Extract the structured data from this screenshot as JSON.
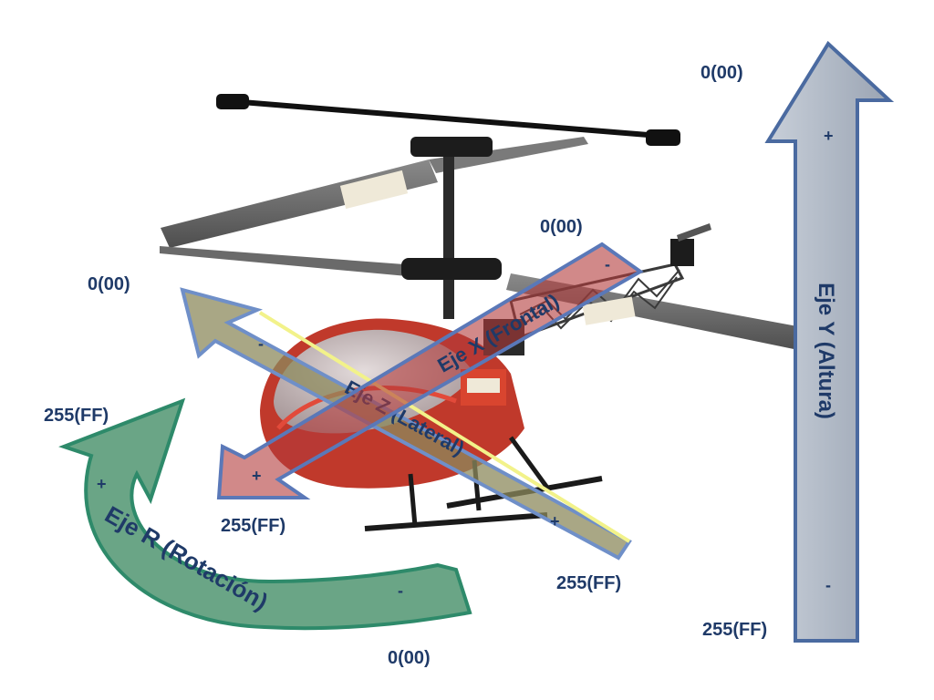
{
  "axes": {
    "y": {
      "title": "Eje Y (Altura)",
      "top_value": "0(00)",
      "bottom_value": "255(FF)",
      "plus": "+",
      "minus": "-",
      "fill": "#a9b3c2",
      "stroke": "#4a6aa0"
    },
    "x": {
      "title": "Eje X (Frontal)",
      "start_value": "0(00)",
      "end_value": "255(FF)",
      "plus": "+",
      "minus": "-",
      "fill": "#b23b3b",
      "stroke": "#5a78b8"
    },
    "z": {
      "title": "Eje Z (Lateral)",
      "start_value": "0(00)",
      "end_value": "255(FF)",
      "plus": "+",
      "minus": "-",
      "fill": "#8c8a5c",
      "stroke": "#6f8fc8",
      "highlight": "#f2f28a"
    },
    "r": {
      "title": "Eje R (Rotación)",
      "start_value": "255(FF)",
      "end_value": "0(00)",
      "plus": "+",
      "minus": "-",
      "fill": "#6aa586",
      "stroke": "#2e8a6a"
    }
  },
  "colors": {
    "label": "#1f3a68",
    "helicopter_body": "#c0392b",
    "helicopter_dark": "#1a1a1a",
    "blade": "#6d6d6d"
  }
}
